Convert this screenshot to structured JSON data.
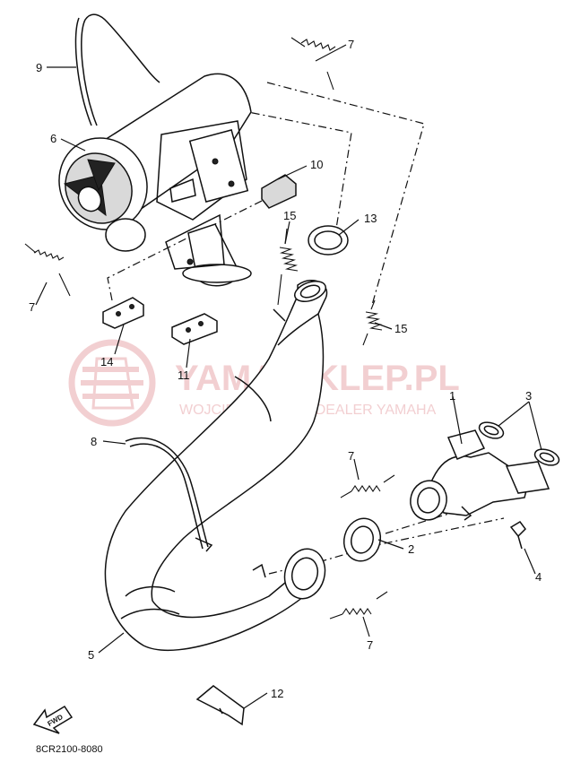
{
  "diagram_code": "8CR2100-8080",
  "fwd_label": "FWD",
  "watermark": {
    "title": "YAMA-SKLEP.PL",
    "subtitle": "WOJCIECHOWICZ | DEALER YAMAHA",
    "color": "#e8a8ad"
  },
  "callouts": [
    {
      "number": "1",
      "part": "exhaust-manifold"
    },
    {
      "number": "2",
      "part": "gasket-ring"
    },
    {
      "number": "3",
      "part": "manifold-gasket"
    },
    {
      "number": "4",
      "part": "flange-bolt"
    },
    {
      "number": "5",
      "part": "exhaust-pipe"
    },
    {
      "number": "6",
      "part": "silencer"
    },
    {
      "number": "7",
      "part": "spring"
    },
    {
      "number": "8",
      "part": "pipe-band"
    },
    {
      "number": "9",
      "part": "silencer-band"
    },
    {
      "number": "10",
      "part": "damper"
    },
    {
      "number": "11",
      "part": "bracket"
    },
    {
      "number": "12",
      "part": "protector"
    },
    {
      "number": "13",
      "part": "gasket"
    },
    {
      "number": "14",
      "part": "bracket"
    },
    {
      "number": "15",
      "part": "spring"
    }
  ]
}
